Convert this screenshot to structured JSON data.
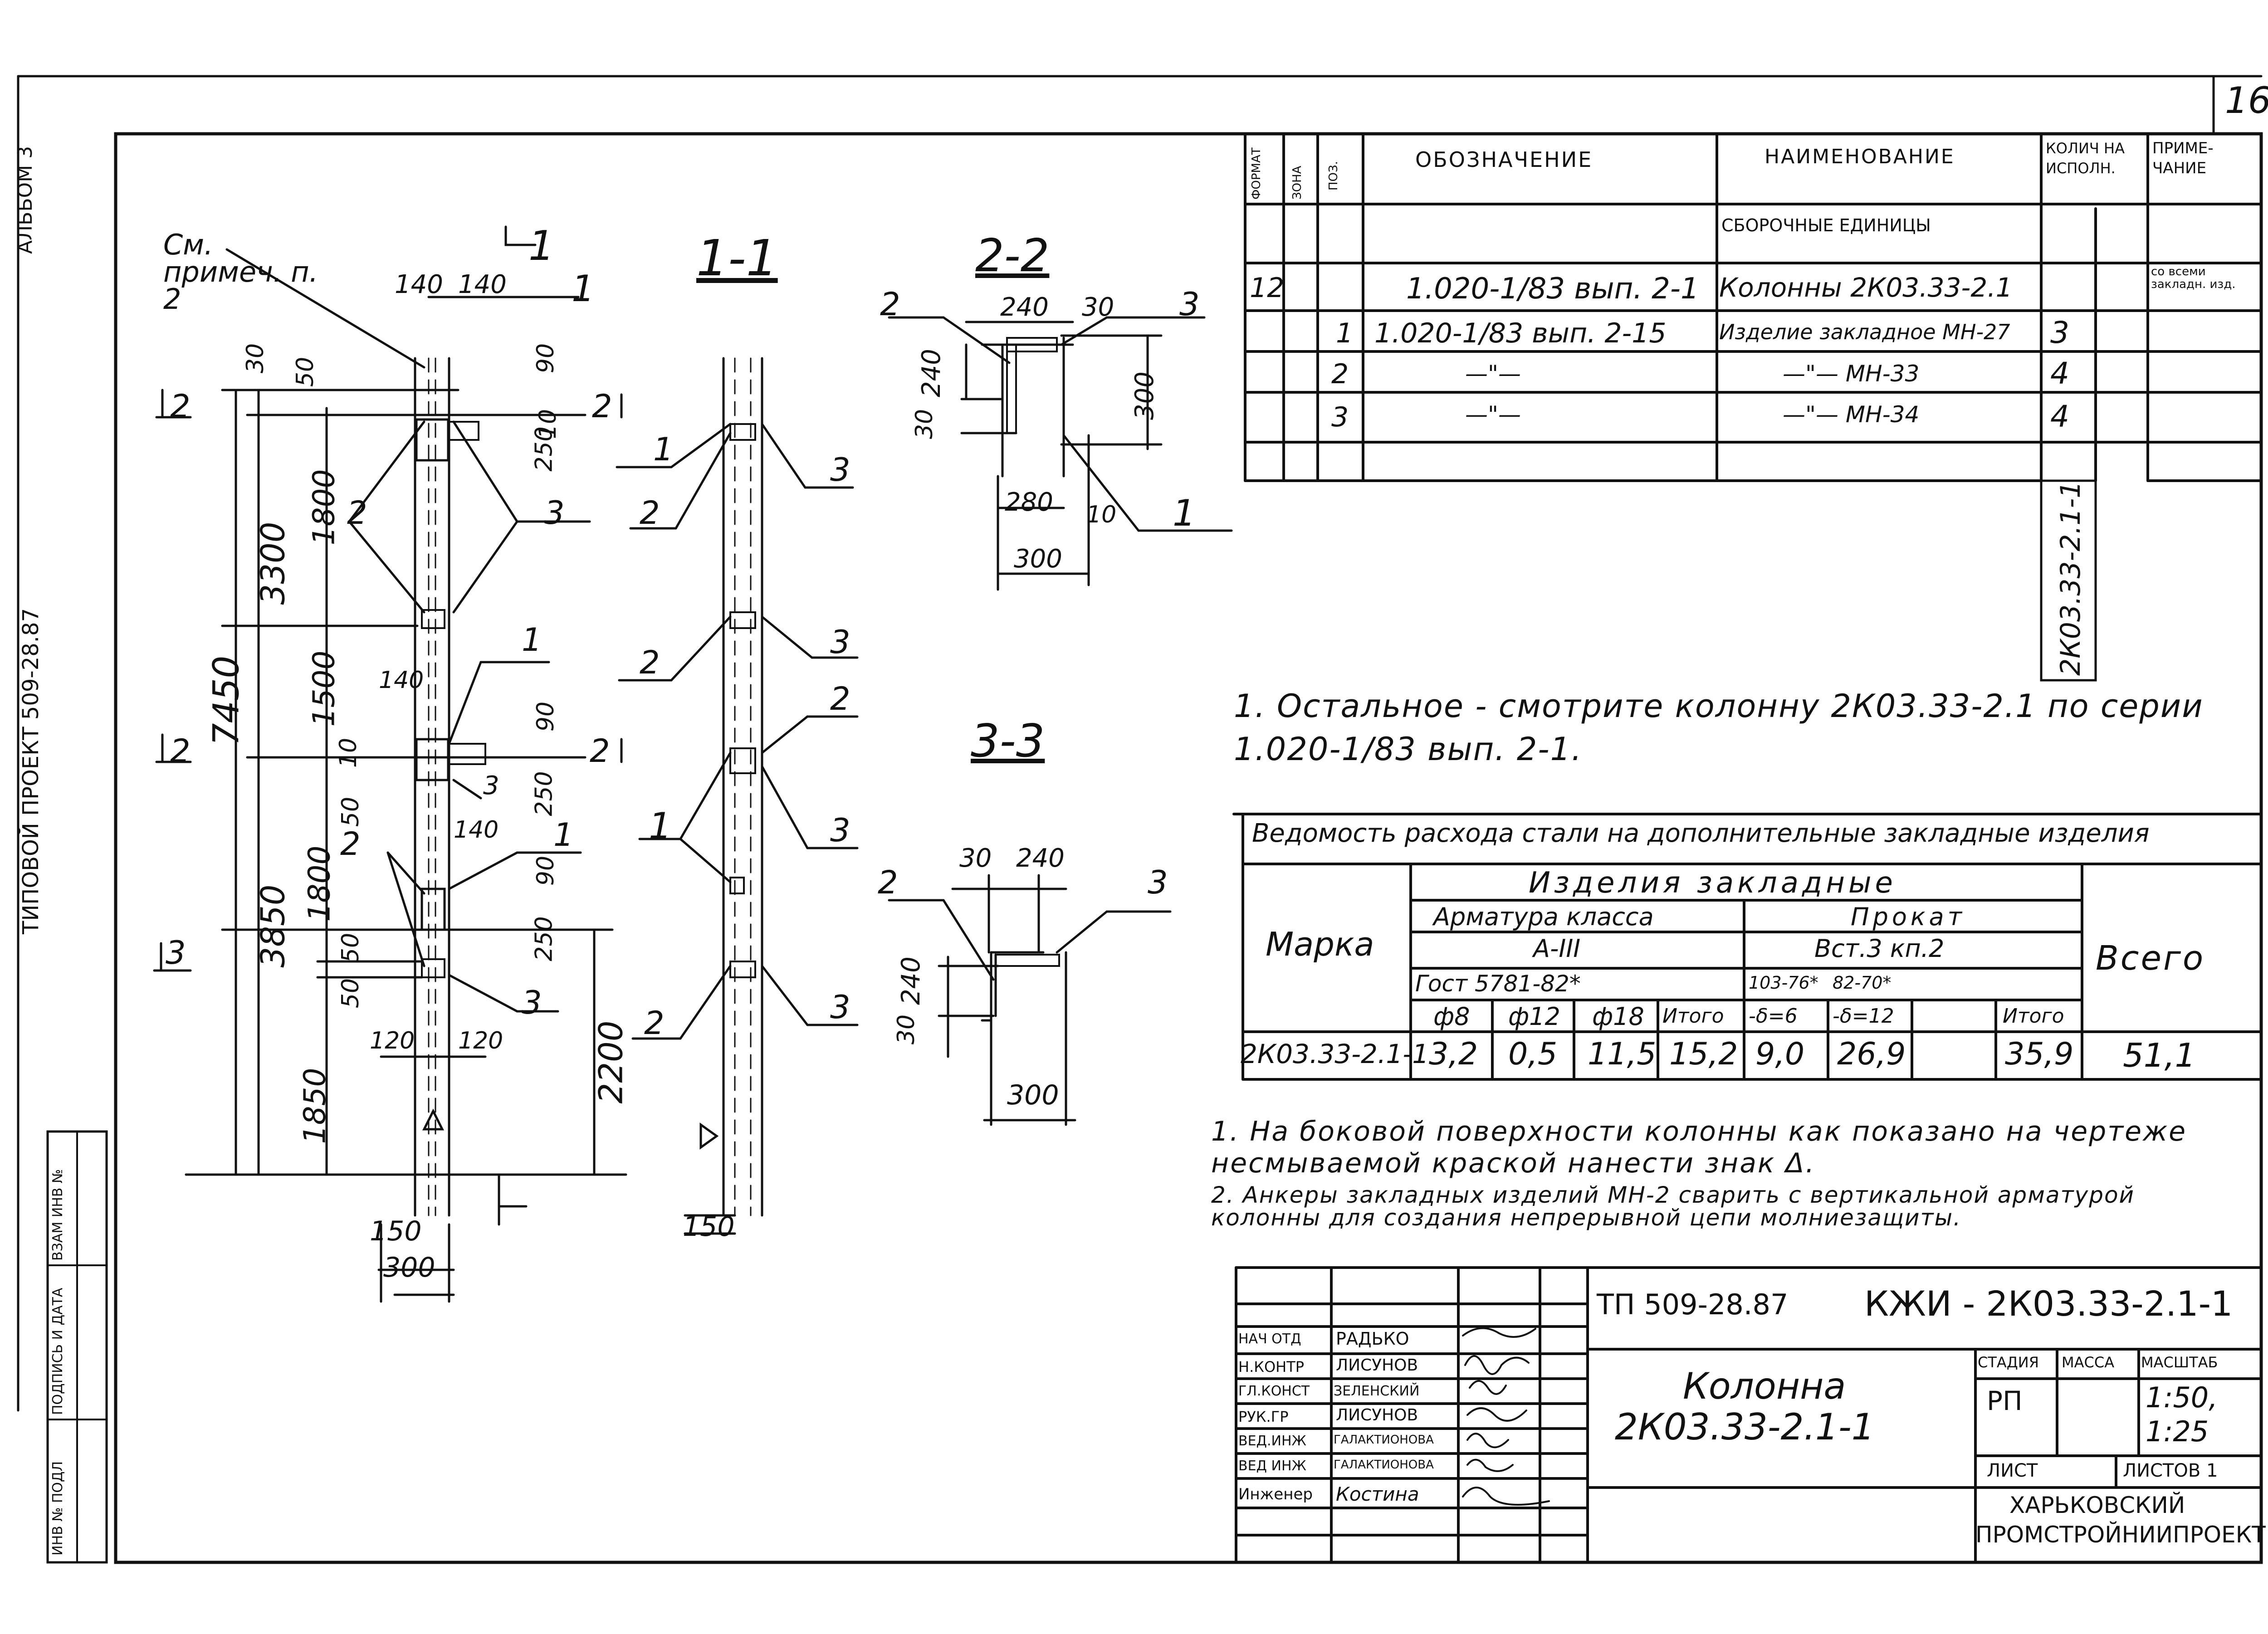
{
  "page_number": "16",
  "margin": {
    "album": "АЛЬБОМ 3",
    "project": "ТИПОВОЙ ПРОЕКТ 509-28.87",
    "stamp_fields": [
      "ИНВ № ПОДЛ",
      "ПОДПИСЬ И ДАТА",
      "ВЗАМ ИНВ №"
    ]
  },
  "views": {
    "elevation": {
      "note_ref": "См. примеч. п. 2",
      "section_mark": "1",
      "dims": [
        "140",
        "140",
        "30",
        "50",
        "90",
        "10",
        "250",
        "7450",
        "3300",
        "1800",
        "1500",
        "140",
        "90",
        "10",
        "250",
        "50",
        "3850",
        "1800",
        "140",
        "90",
        "250",
        "50",
        "50",
        "1850",
        "2200",
        "120",
        "120",
        "150",
        "300"
      ],
      "cuts": [
        "2",
        "2",
        "2",
        "2",
        "3"
      ],
      "callouts": [
        "1",
        "2",
        "3",
        "1",
        "2",
        "3",
        "1",
        "3"
      ]
    },
    "section_1_1": {
      "title": "1-1",
      "callouts": [
        "1",
        "3",
        "2",
        "2",
        "3",
        "2",
        "1",
        "3",
        "2",
        "3"
      ],
      "dims": [
        "150"
      ]
    },
    "section_2_2": {
      "title": "2-2",
      "callouts": [
        "2",
        "3",
        "1",
        "10"
      ],
      "dims": [
        "240",
        "30",
        "240",
        "30",
        "300",
        "280",
        "300"
      ]
    },
    "section_3_3": {
      "title": "3-3",
      "callouts": [
        "2",
        "3"
      ],
      "dims": [
        "30",
        "240",
        "240",
        "30",
        "300"
      ]
    }
  },
  "spec_table": {
    "headers": [
      "ФОРМАТ",
      "ЗОНА",
      "ПОЗ.",
      "ОБОЗНАЧЕНИЕ",
      "НАИМЕНОВАНИЕ",
      "КОЛИЧ НА ИСПОЛН.",
      "ПРИМЕ-ЧАНИЕ"
    ],
    "section_label": "СБОРОЧНЫЕ ЕДИНИЦЫ",
    "rows": [
      {
        "format": "12",
        "pos": "",
        "designation": "1.020-1/83 вып. 2-1",
        "name": "Колонны 2К03.33-2.1",
        "qty": "",
        "note": "со всеми закладн. изд."
      },
      {
        "format": "",
        "pos": "1",
        "designation": "1.020-1/83 вып. 2-15",
        "name": "Изделие закладное МН-27",
        "qty": "3",
        "note": ""
      },
      {
        "format": "",
        "pos": "2",
        "designation": "—\"—",
        "name": "—\"— МН-33",
        "qty": "4",
        "note": ""
      },
      {
        "format": "",
        "pos": "3",
        "designation": "—\"—",
        "name": "—\"— МН-34",
        "qty": "4",
        "note": ""
      }
    ],
    "rotated_mark": "2К03.33-2.1-1"
  },
  "note_main": "1. Остальное - смотрите колонну 2К03.33-2.1 по серии 1.020-1/83 вып. 2-1.",
  "steel_table": {
    "title": "Ведомость расхода стали на дополнительные закладные изделия",
    "col_mark": "Марка",
    "group": "Изделия закладные",
    "sub_rebar": "Арматура класса",
    "sub_rolled": "Прокат",
    "rebar_class": "А-III",
    "rebar_gost": "Гост 5781-82*",
    "rolled_steel": "Вст.3 кп.2",
    "rolled_gost1": "103-76*",
    "rolled_gost2": "82-70*",
    "col_total": "Всего",
    "sub_headers": [
      "ф8",
      "ф12",
      "ф18",
      "Итого",
      "-δ=6",
      "-δ=12",
      "",
      "Итого"
    ],
    "row": {
      "mark": "2К03.33-2.1-1",
      "values": [
        "3,2",
        "0,5",
        "11,5",
        "15,2",
        "9,0",
        "26,9",
        "",
        "35,9"
      ],
      "total": "51,1"
    }
  },
  "notes": [
    "1. На боковой поверхности колонны как показано на чертеже несмываемой краской нанести знак Δ.",
    "2. Анкеры закладных изделий МН-2 сварить с вертикальной арматурой колонны для создания непрерывной цепи молниезащиты."
  ],
  "title_block": {
    "project_code": "ТП 509-28.87",
    "drawing_code": "КЖИ - 2К03.33-2.1-1",
    "staff": [
      {
        "role": "НАЧ ОТД",
        "name": "РАДЬКО"
      },
      {
        "role": "Н.КОНТР",
        "name": "ЛИСУНОВ"
      },
      {
        "role": "ГЛ.КОНСТ",
        "name": "ЗЕЛЕНСКИЙ"
      },
      {
        "role": "РУК.ГР",
        "name": "ЛИСУНОВ"
      },
      {
        "role": "ВЕД.ИНЖ",
        "name": "ГАЛАКТИОНОВА"
      },
      {
        "role": "ВЕД ИНЖ",
        "name": "ГАЛАКТИОНОВА"
      },
      {
        "role": "Инженер",
        "name": "Костина"
      }
    ],
    "item_name_1": "Колонна",
    "item_name_2": "2К03.33-2.1-1",
    "stage_label": "СТАДИЯ",
    "mass_label": "МАССА",
    "scale_label": "МАСШТАБ",
    "stage": "РП",
    "mass": "",
    "scale_1": "1:50,",
    "scale_2": "1:25",
    "sheet_label": "ЛИСТ",
    "sheets_label": "ЛИСТОВ 1",
    "org_1": "ХАРЬКОВСКИЙ",
    "org_2": "ПРОМСТРОЙНИИПРОЕКТ"
  }
}
